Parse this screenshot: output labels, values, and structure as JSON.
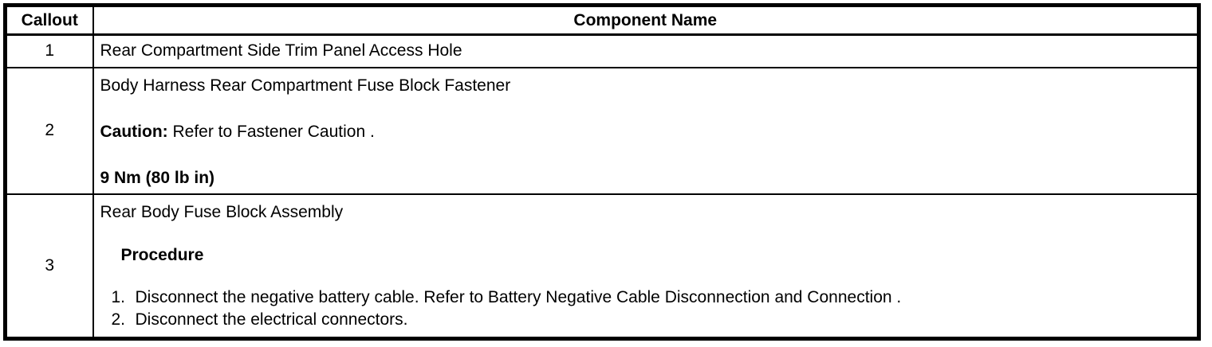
{
  "page": {
    "background_color": "#ffffff",
    "border_color": "#000000",
    "text_color": "#000000"
  },
  "table": {
    "header": {
      "callout": "Callout",
      "component": "Component Name"
    },
    "rows": [
      {
        "callout": "1",
        "component": "Rear Compartment Side Trim Panel Access Hole"
      },
      {
        "callout": "2",
        "component": "Body Harness Rear Compartment Fuse Block Fastener",
        "caution_label": "Caution:",
        "caution_text": "Refer to Fastener Caution .",
        "torque": "9 Nm (80 lb in)"
      },
      {
        "callout": "3",
        "component": "Rear Body Fuse Block Assembly",
        "procedure_label": "Procedure",
        "steps": [
          {
            "num": "1.",
            "text": "Disconnect the negative battery cable. Refer to Battery Negative Cable Disconnection and Connection ."
          },
          {
            "num": "2.",
            "text": "Disconnect the electrical connectors."
          }
        ]
      }
    ]
  }
}
